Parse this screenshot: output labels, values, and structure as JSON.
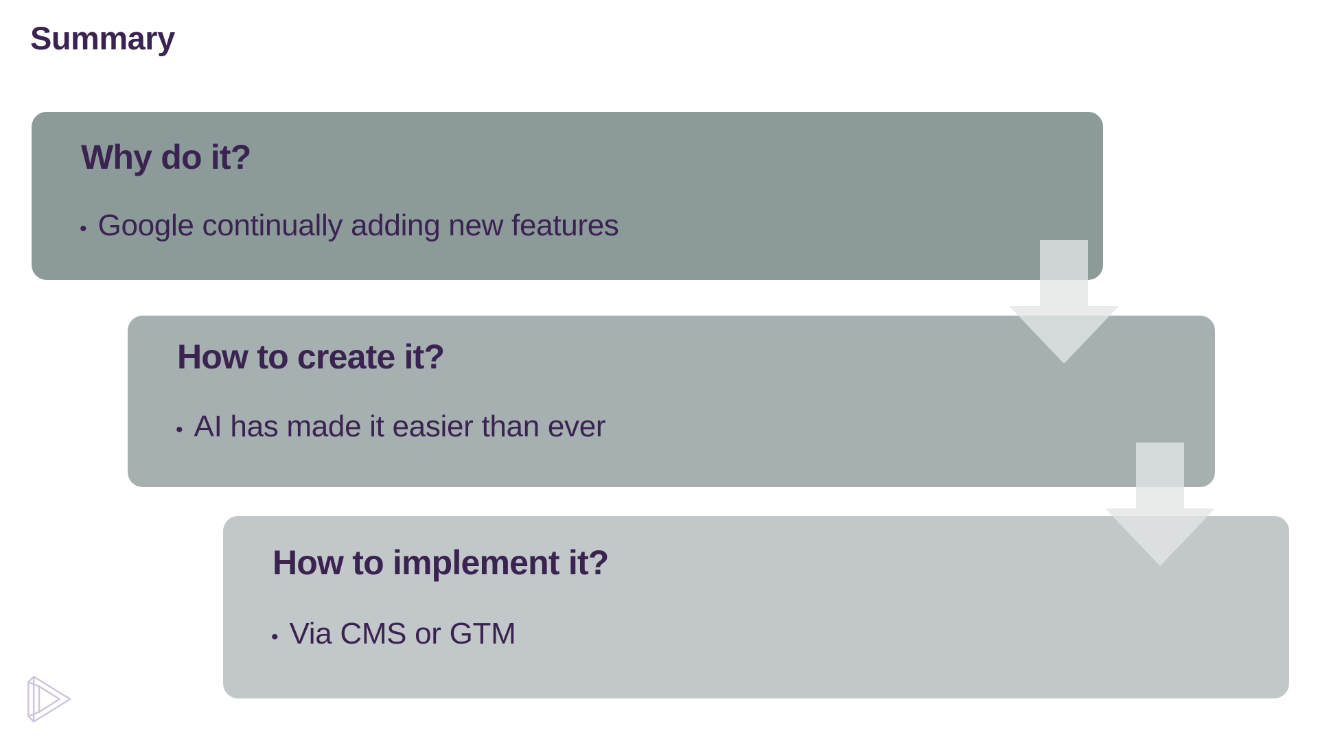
{
  "slide": {
    "title": "Summary",
    "background_color": "#FFFFFF",
    "text_color": "#3A2350"
  },
  "steps": [
    {
      "heading": "Why do it?",
      "bullet_marker": "•",
      "bullet": "Google continually adding new features",
      "fill_color": "#8C9A9A"
    },
    {
      "heading": "How to create it?",
      "bullet_marker": "•",
      "bullet": "AI has made it easier than ever",
      "fill_color": "#A6B0B0"
    },
    {
      "heading": "How to implement it?",
      "bullet_marker": "•",
      "bullet": "Via CMS or GTM",
      "fill_color": "#C2C8C9"
    }
  ],
  "connectors": [
    {
      "icon": "arrow-down-icon",
      "color": "#E3E6E6"
    },
    {
      "icon": "arrow-down-icon",
      "color": "#E3E6E6"
    }
  ],
  "logo": {
    "icon": "penrose-play-logo-icon",
    "color": "#CFC6DC"
  }
}
